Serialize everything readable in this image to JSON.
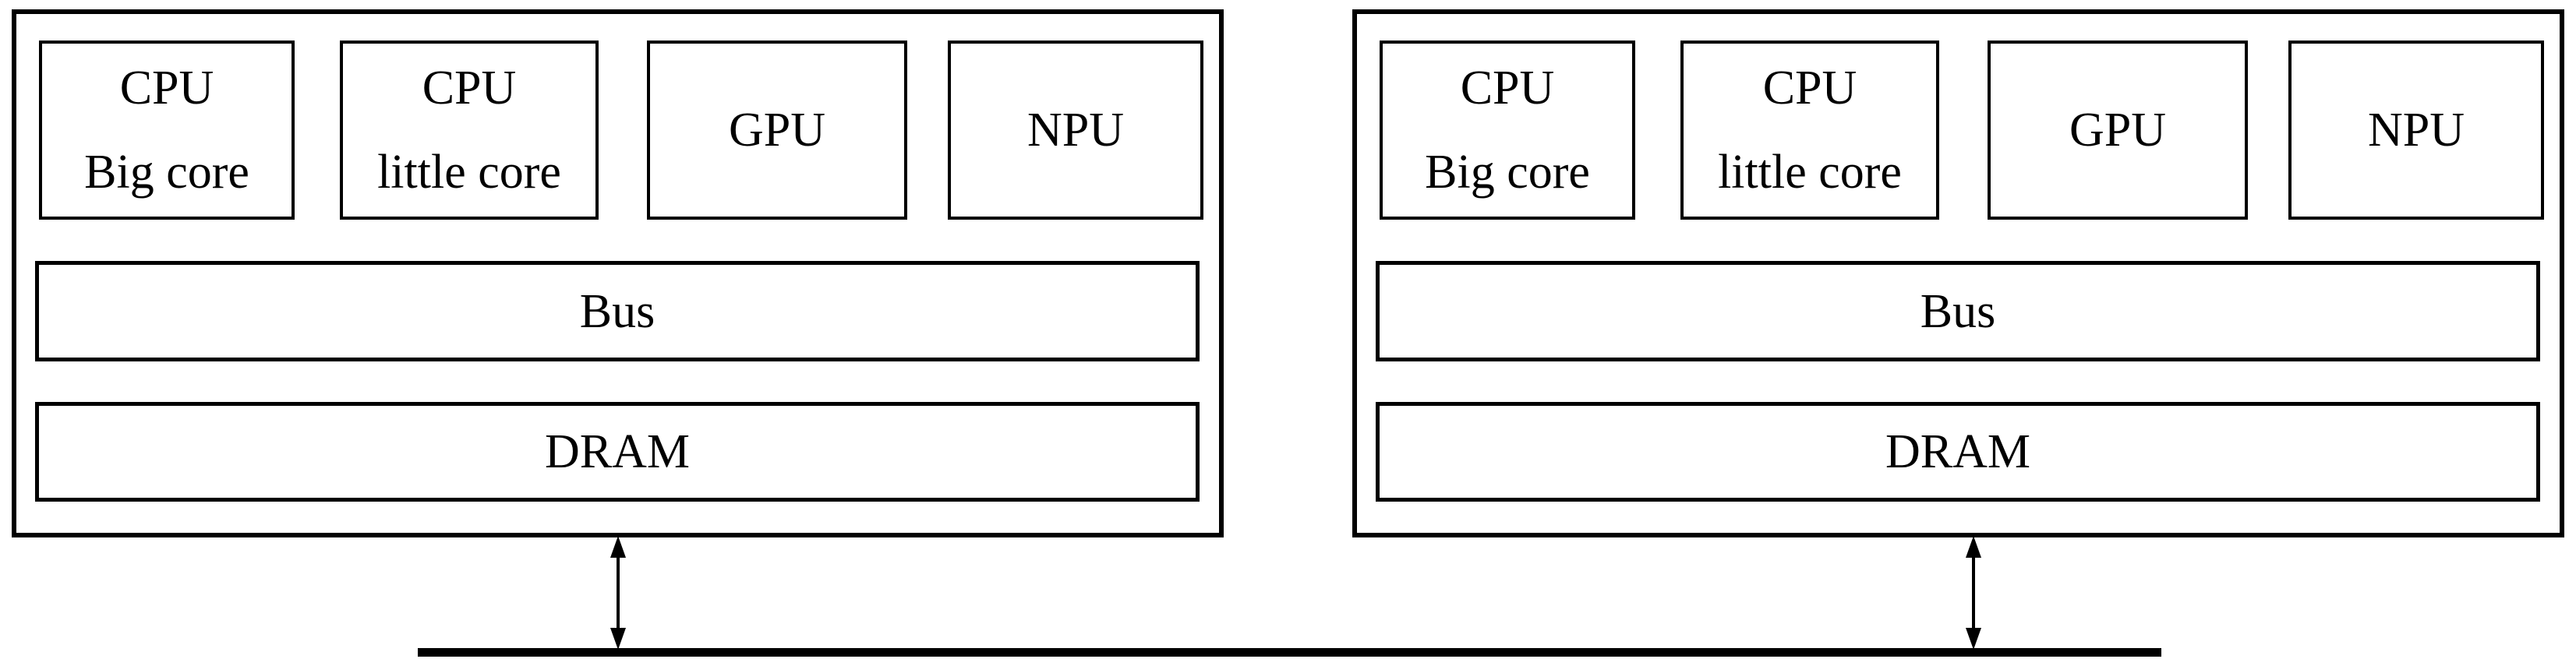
{
  "canvas": {
    "background": "#ffffff",
    "line_color": "#000000"
  },
  "socs": [
    {
      "units": [
        {
          "label": "CPU\nBig core"
        },
        {
          "label": "CPU\nlittle core"
        },
        {
          "label": "GPU"
        },
        {
          "label": "NPU"
        }
      ],
      "bus_label": "Bus",
      "dram_label": "DRAM"
    },
    {
      "units": [
        {
          "label": "CPU\nBig core"
        },
        {
          "label": "CPU\nlittle core"
        },
        {
          "label": "GPU"
        },
        {
          "label": "NPU"
        }
      ],
      "bus_label": "Bus",
      "dram_label": "DRAM"
    }
  ],
  "connections": {
    "left_arrow_icon": "double-headed-vertical-arrow",
    "right_arrow_icon": "double-headed-vertical-arrow",
    "external_bus_shape": "thick-horizontal-bus-line"
  }
}
